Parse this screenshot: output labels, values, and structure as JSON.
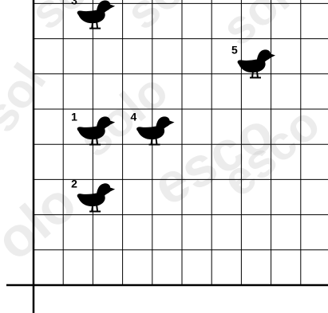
{
  "figure": {
    "grid": {
      "columns": 10,
      "rows": 9,
      "line_color": "#000000"
    },
    "ducks": [
      {
        "label": "1",
        "icon": "duck-icon",
        "col": 2.1,
        "row": 4.6
      },
      {
        "label": "2",
        "icon": "duck-icon",
        "col": 2.1,
        "row": 6.5
      },
      {
        "label": "3",
        "icon": "duck-icon",
        "col": 2.1,
        "row": 1.3
      },
      {
        "label": "4",
        "icon": "duck-icon",
        "col": 4.1,
        "row": 4.6
      },
      {
        "label": "5",
        "icon": "duck-icon",
        "col": 7.5,
        "row": 2.7
      }
    ]
  },
  "watermark": {
    "color": "#bdbdbd",
    "texts": [
      "so",
      "sol",
      "solu",
      "sol",
      "solo",
      "esco",
      "olo",
      "esco"
    ]
  }
}
